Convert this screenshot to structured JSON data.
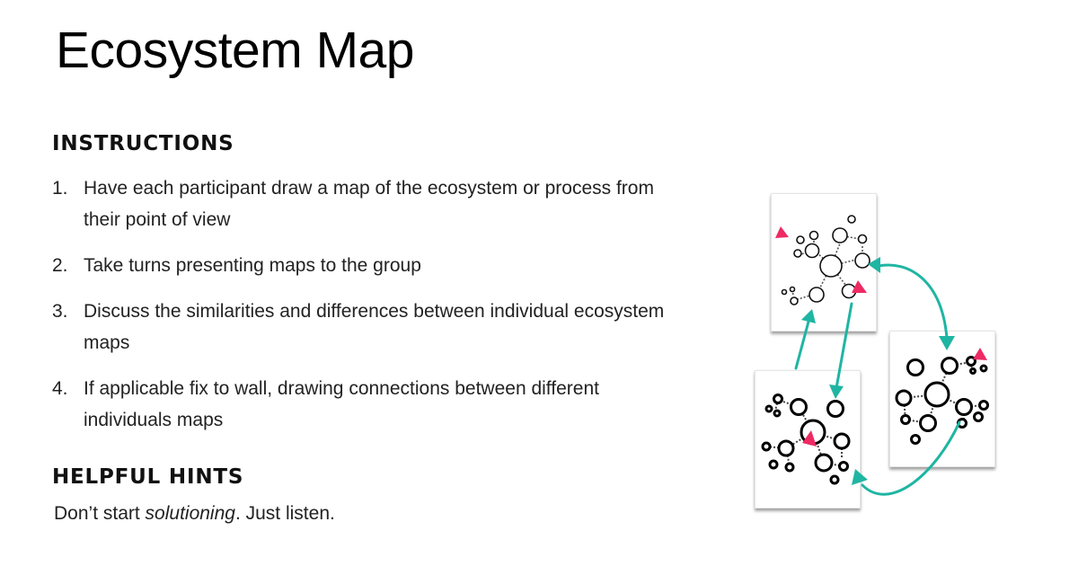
{
  "page": {
    "title": "Ecosystem Map"
  },
  "instructions": {
    "heading": "INSTRUCTIONS",
    "steps": [
      {
        "number": "1.",
        "text": "Have each participant draw a map of the ecosystem or process from their point of view"
      },
      {
        "number": "2.",
        "text": "Take turns presenting maps to the group"
      },
      {
        "number": "3.",
        "text": "Discuss the similarities and differences between individual ecosystem maps"
      },
      {
        "number": "4.",
        "text": "If applicable fix to wall, drawing connections between different individuals maps"
      }
    ]
  },
  "hints": {
    "heading": "HELPFUL HINTS",
    "text_before": "Don’t start ",
    "text_emphasis": "solutioning",
    "text_after": ". Just listen."
  },
  "illustration": {
    "description": "Three ecosystem map sketches connected by arrows",
    "cards": [
      "map-sketch-1",
      "map-sketch-2",
      "map-sketch-3"
    ],
    "colors": {
      "arrow": "#1fb5a3",
      "marker": "#ee2a63",
      "node": "#111111",
      "card": "#ffffff"
    }
  }
}
